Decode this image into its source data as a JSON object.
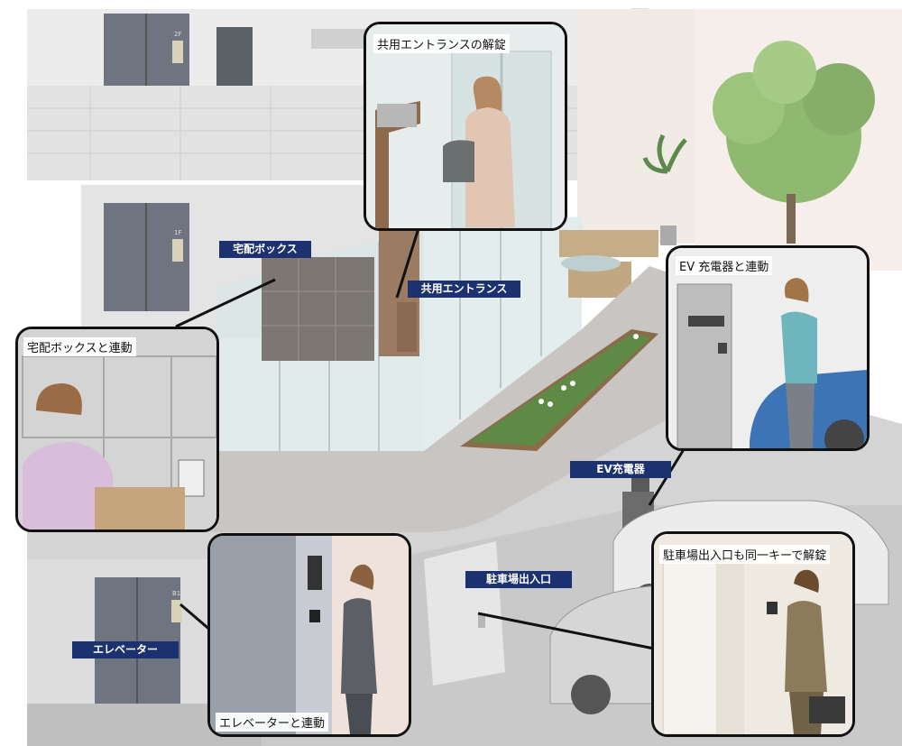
{
  "scene_labels": {
    "delivery_box": "宅配ボックス",
    "common_entrance": "共用エントランス",
    "ev_charger": "EV充電器",
    "parking_gate": "駐車場出入口",
    "elevator": "エレベーター"
  },
  "callouts": {
    "entrance_unlock": "共用エントランスの解錠",
    "ev_link": "EV 充電器と連動",
    "delivery_link": "宅配ボックスと連動",
    "elevator_link": "エレベーターと連動",
    "parking_unlock": "駐車場出入口も同一キーで解錠"
  },
  "floor_signs": {
    "second": "2F",
    "first": "1F",
    "basement": "B1"
  },
  "colors": {
    "label_bg": "#1c3170",
    "label_text": "#ffffff",
    "leader": "#111111"
  }
}
